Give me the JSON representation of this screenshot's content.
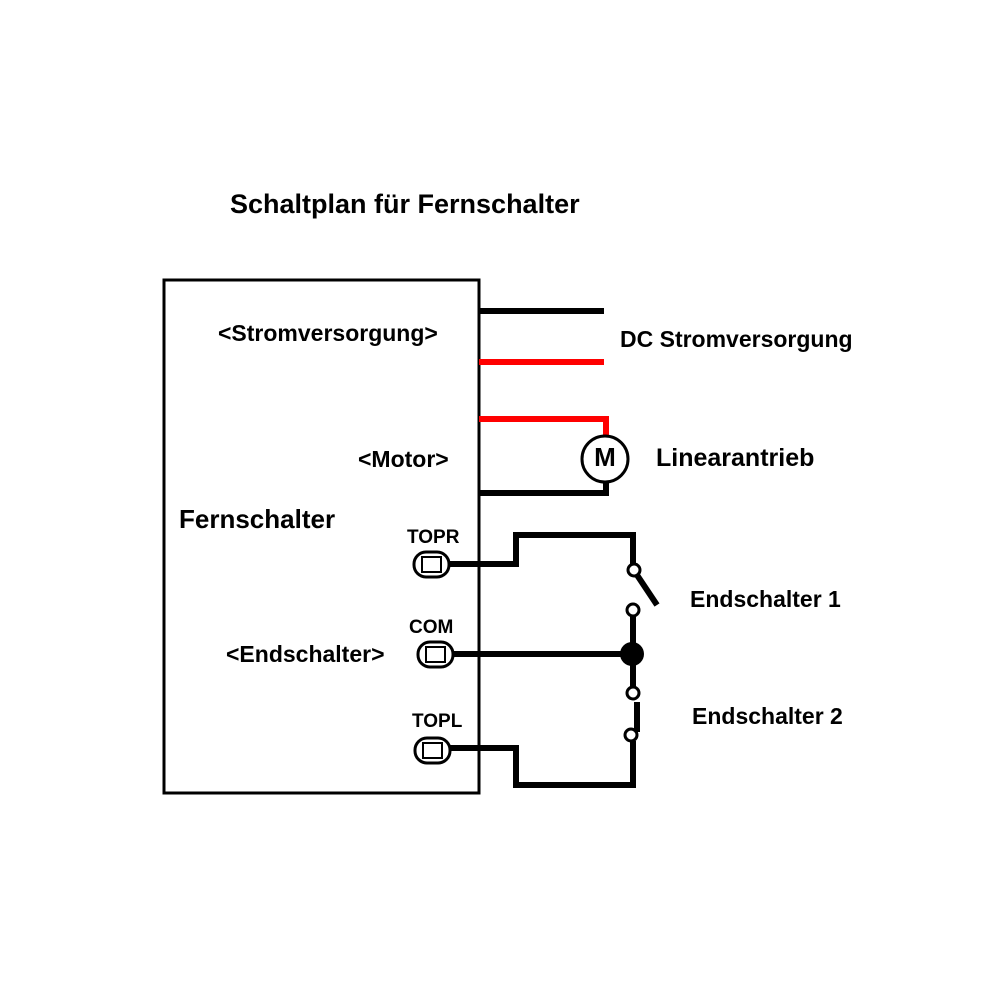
{
  "title": "Schaltplan für Fernschalter",
  "controller": {
    "name": "Fernschalter",
    "ports": {
      "power": "<Stromversorgung>",
      "motor": "<Motor>",
      "limit_switch": "<Endschalter>"
    },
    "terminals": {
      "topr": "TOPR",
      "com": "COM",
      "topl": "TOPL"
    }
  },
  "external": {
    "power_supply": "DC Stromversorgung",
    "actuator": "Linearantrieb",
    "motor_symbol": "M",
    "limit_switch_1": "Endschalter 1",
    "limit_switch_2": "Endschalter 2"
  },
  "colors": {
    "wire": "#000000",
    "positive_wire": "#ff0000",
    "background": "#ffffff"
  }
}
